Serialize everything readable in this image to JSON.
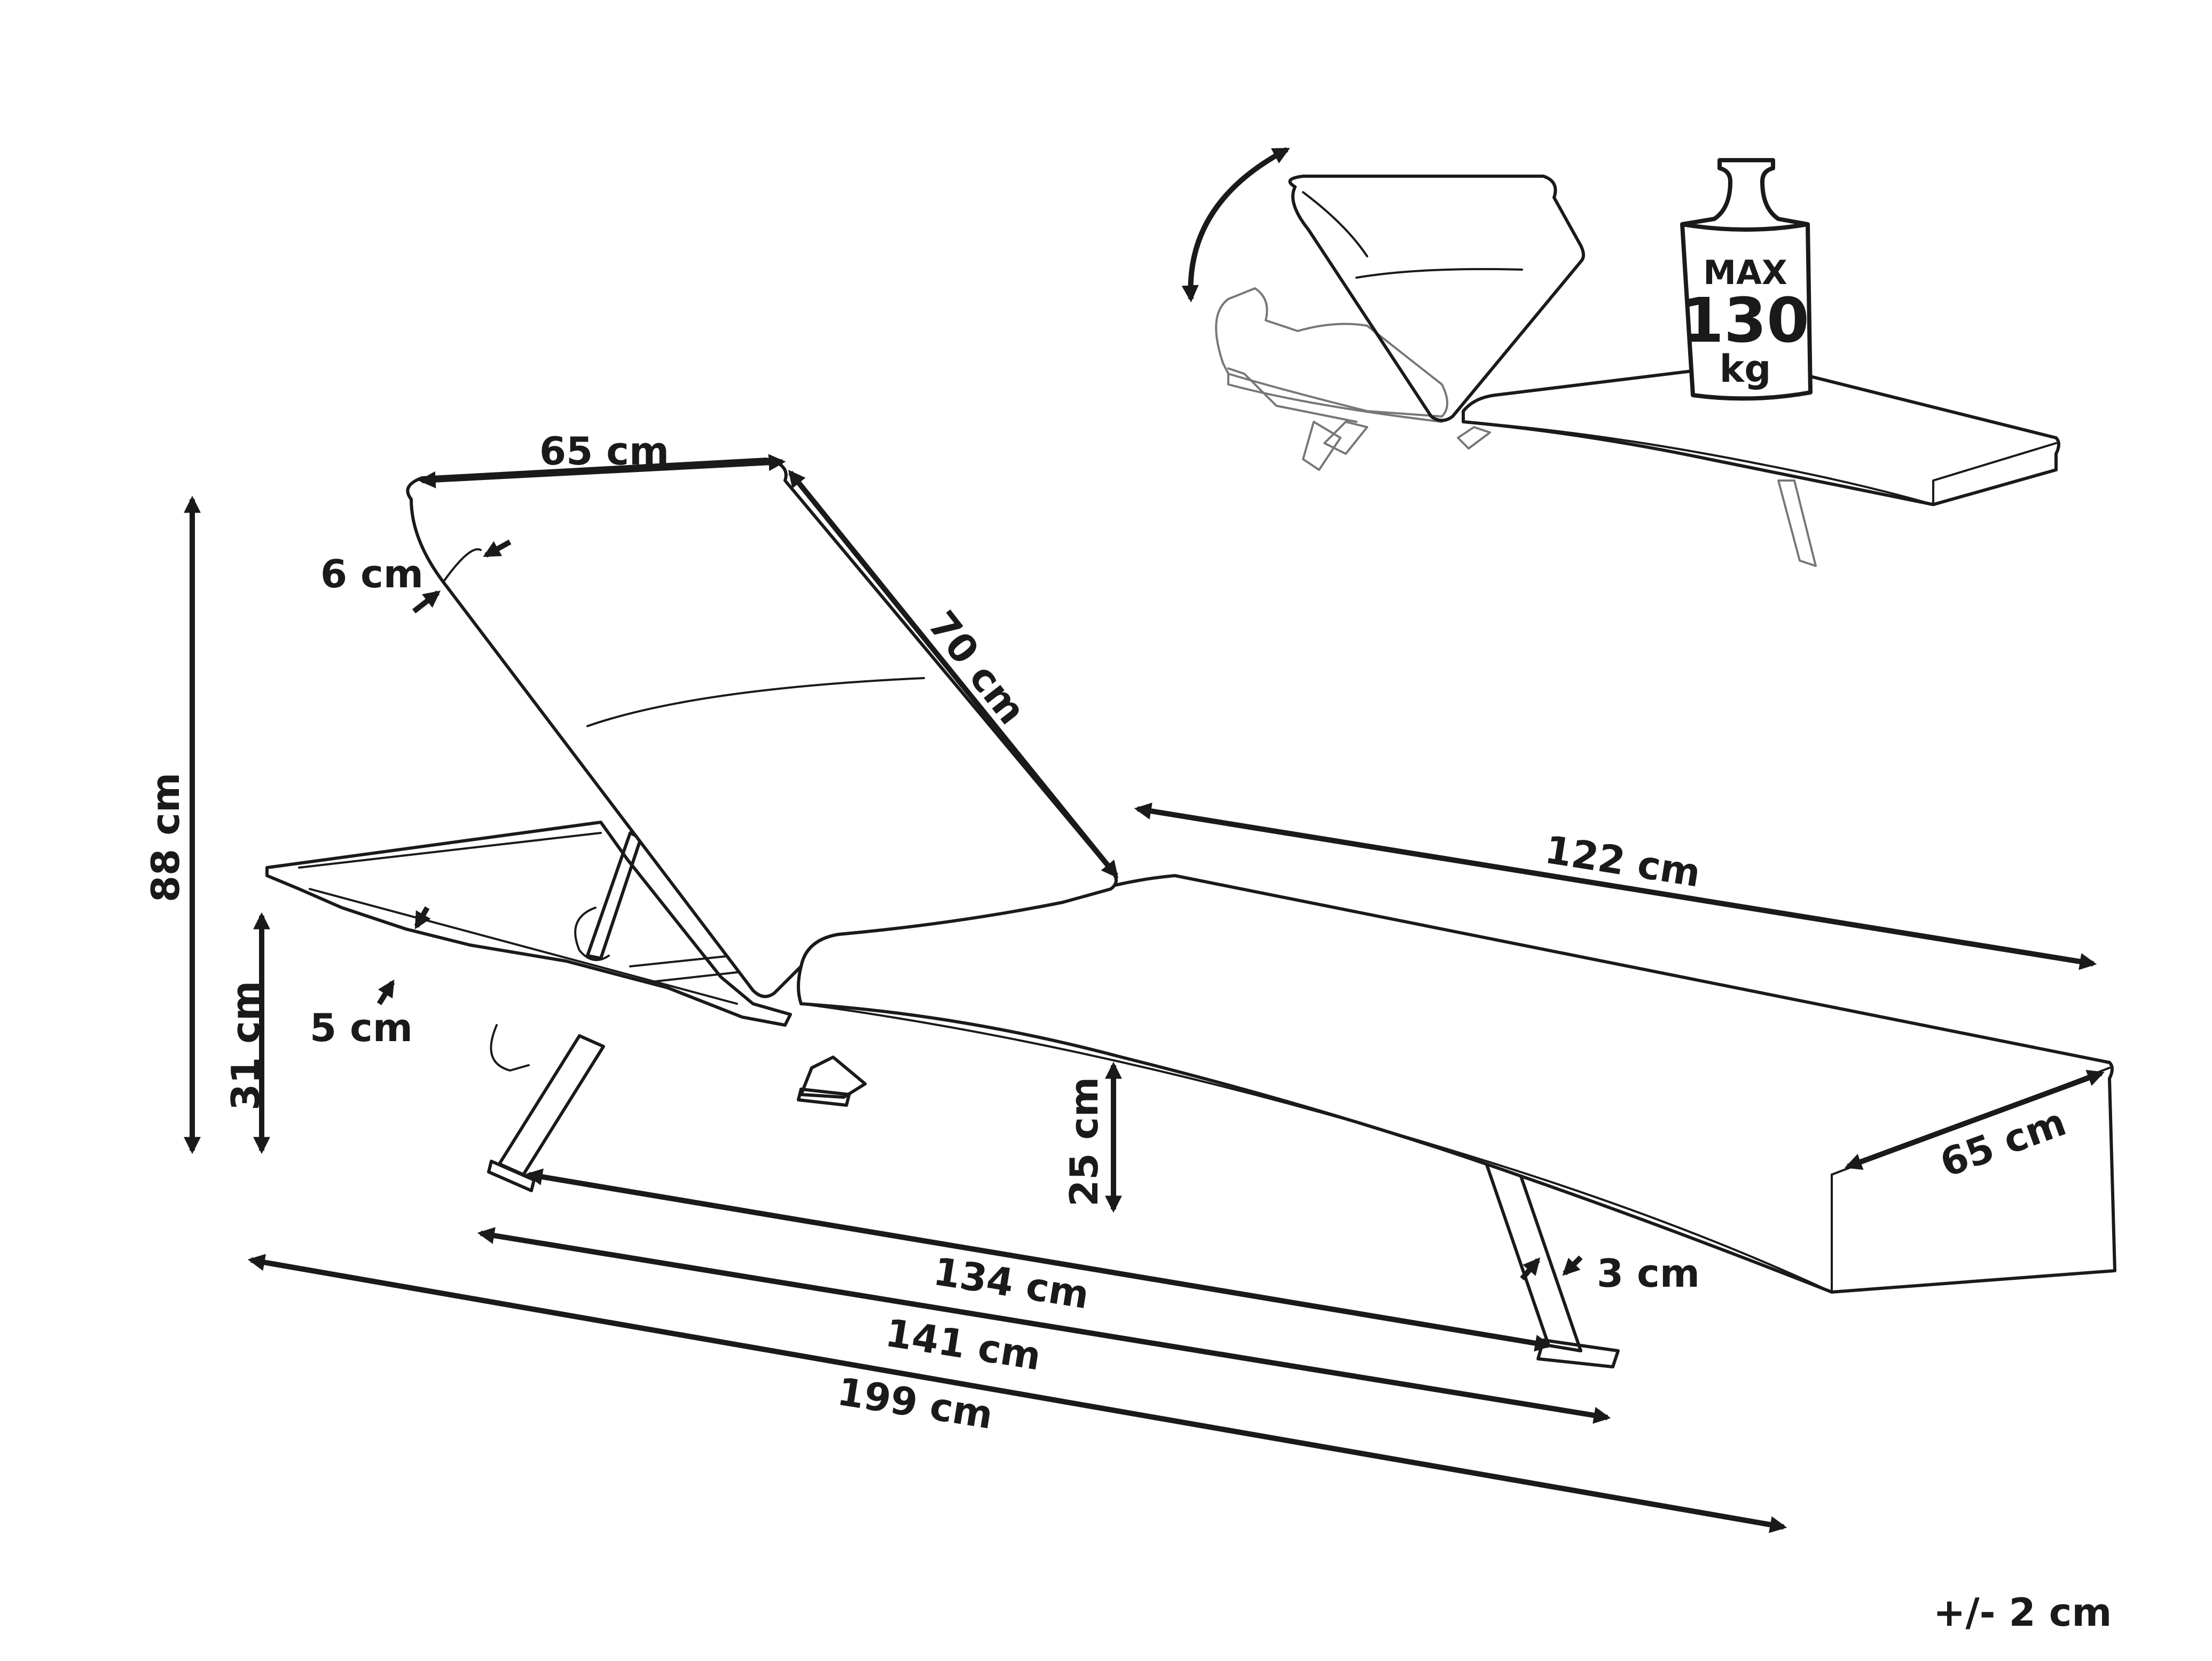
{
  "dimensions": {
    "backrest_width": "65 cm",
    "backrest_thickness": "6 cm",
    "backrest_length": "70 cm",
    "seat_length": "122 cm",
    "overall_height": "88 cm",
    "seat_height": "31 cm",
    "frame_thickness": "5 cm",
    "clearance_height": "25 cm",
    "seat_width": "65 cm",
    "leg_thickness": "3 cm",
    "leg_span": "134 cm",
    "frame_length": "141 cm",
    "overall_length": "199 cm"
  },
  "load_badge": {
    "line1": "MAX",
    "line2": "130",
    "line3": "kg"
  },
  "tolerance": "+/- 2 cm",
  "colors": {
    "ink": "#1a1a1a",
    "ghost": "#777777",
    "background": "#ffffff"
  },
  "icons": [
    "rotate-arrow-icon",
    "weight-icon"
  ]
}
